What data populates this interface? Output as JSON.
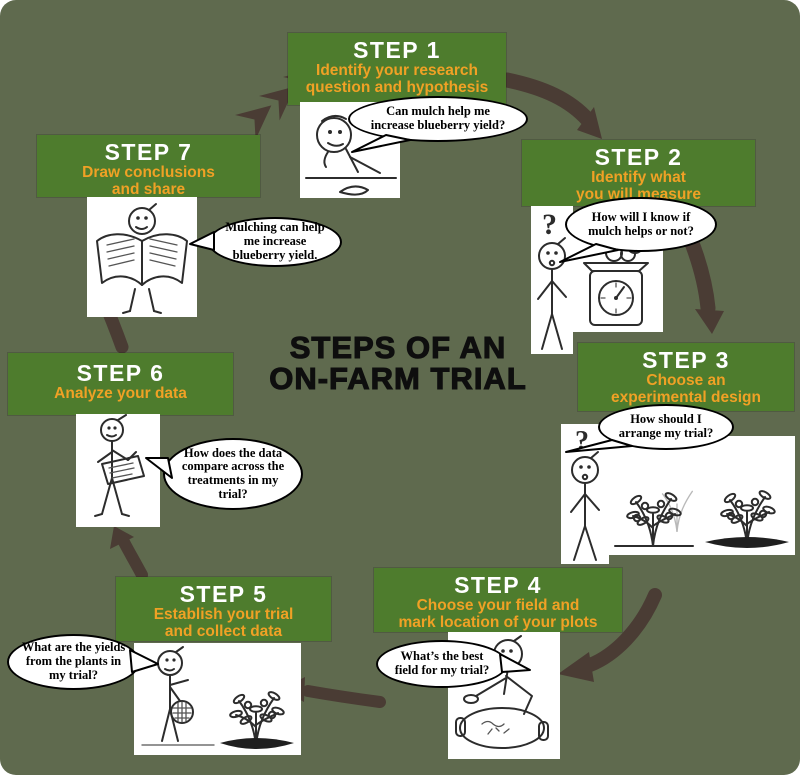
{
  "title": {
    "text": "STEPS OF AN\nON-FARM TRIAL"
  },
  "colors": {
    "background": "#5f6a4e",
    "step_box_green": "#4e7c2d",
    "step_label_white": "#ffffff",
    "step_description_orange": "#f0a125",
    "arrow_brown": "#4a3c34",
    "bubble_background": "#ffffff",
    "bubble_border": "#000000",
    "title_black": "#0e0e0e"
  },
  "steps": [
    {
      "label": "STEP 1",
      "description": "Identify your research\nquestion and hypothesis",
      "bubble": "Can mulch help me\nincrease blueberry yield?",
      "illustration": "farmer-thinking-at-desk"
    },
    {
      "label": "STEP 2",
      "description": "Identify what\nyou will measure",
      "bubble": "How will I know if\nmulch helps or not?",
      "illustration": "farmer-question-and-scale-with-blueberries"
    },
    {
      "label": "STEP 3",
      "description": "Choose an\nexperimental design",
      "bubble": "How should I\narrange my trial?",
      "illustration": "farmer-question-and-two-bush-plots"
    },
    {
      "label": "STEP 4",
      "description": "Choose your field and\nmark location of your plots",
      "bubble": "What’s the best\nfield for my trial?",
      "illustration": "farmer-with-field-map"
    },
    {
      "label": "STEP 5",
      "description": "Establish your trial\nand collect data",
      "bubble": "What are the yields\nfrom the plants in\nmy trial?",
      "illustration": "farmer-harvesting-with-basket"
    },
    {
      "label": "STEP 6",
      "description": "Analyze your data",
      "bubble": "How does the data\ncompare across the\ntreatments in my\ntrial?",
      "illustration": "farmer-reading-data-sheet"
    },
    {
      "label": "STEP 7",
      "description": "Draw conclusions\nand share",
      "bubble": "Mulching can help\nme increase\nblueberry yield.",
      "illustration": "farmer-with-open-book"
    }
  ]
}
